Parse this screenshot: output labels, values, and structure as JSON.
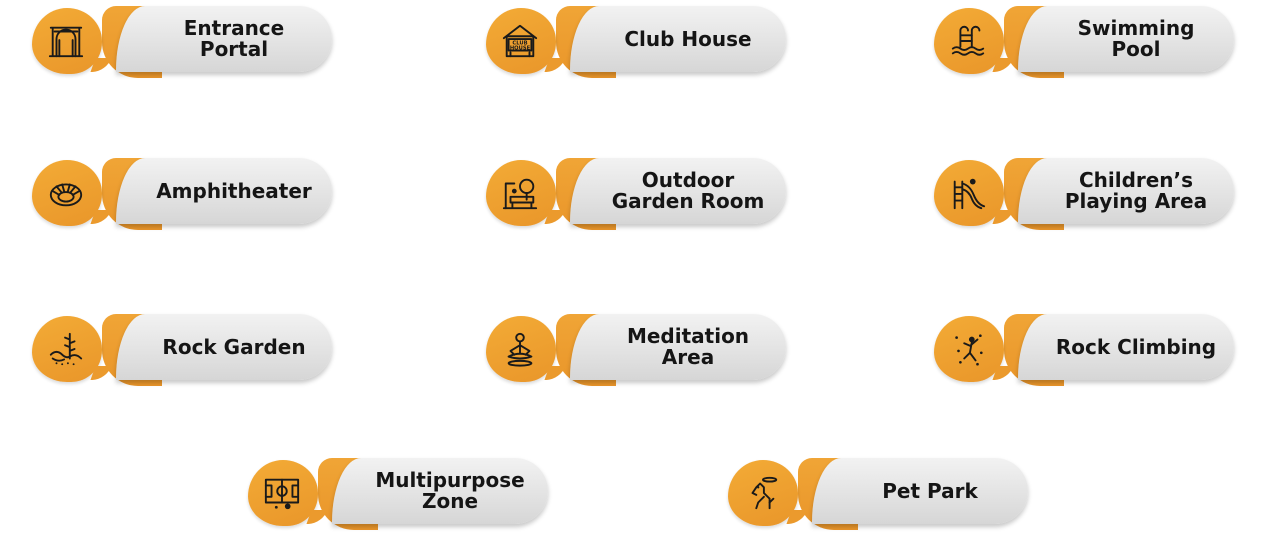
{
  "colors": {
    "accent_orange": "#ef9f30",
    "pill_gray": "#e6e6e6",
    "text": "#151515",
    "background": "#ffffff"
  },
  "amenities": [
    {
      "label": "Entrance Portal",
      "icon": "archway-gate-icon"
    },
    {
      "label": "Club House",
      "icon": "club-house-icon",
      "icon_text_1": "CLUB",
      "icon_text_2": "HOUSE"
    },
    {
      "label": "Swimming Pool",
      "icon": "pool-ladder-icon"
    },
    {
      "label": "Amphitheater",
      "icon": "amphitheater-icon"
    },
    {
      "label": "Outdoor Garden Room",
      "icon": "garden-room-icon"
    },
    {
      "label": "Children’s Playing Area",
      "icon": "slide-playground-icon"
    },
    {
      "label": "Rock Garden",
      "icon": "rock-garden-icon"
    },
    {
      "label": "Meditation Area",
      "icon": "meditation-icon"
    },
    {
      "label": "Rock Climbing",
      "icon": "climbing-wall-icon"
    },
    {
      "label": "Multipurpose Zone",
      "icon": "sports-court-icon"
    },
    {
      "label": "Pet Park",
      "icon": "pet-dog-icon"
    }
  ]
}
